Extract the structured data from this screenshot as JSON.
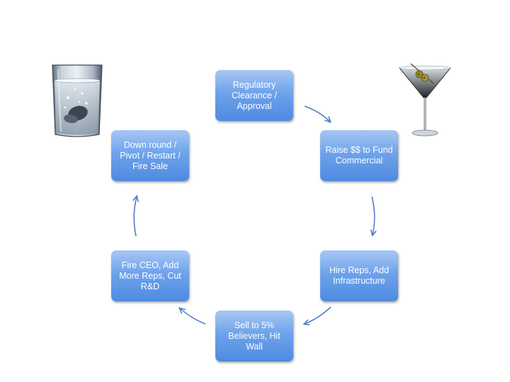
{
  "diagram": {
    "nodes": [
      {
        "id": "regulatory",
        "label": "Regulatory\nClearance /\nApproval"
      },
      {
        "id": "raise",
        "label": "Raise $$ to Fund\nCommercial"
      },
      {
        "id": "hire",
        "label": "Hire Reps, Add\nInfrastructure"
      },
      {
        "id": "sell",
        "label": "Sell to 5%\nBelievers, Hit\nWall"
      },
      {
        "id": "fire",
        "label": "Fire CEO, Add\nMore Reps, Cut\nR&D"
      },
      {
        "id": "down",
        "label": "Down round /\nPivot / Restart /\nFire Sale"
      }
    ],
    "edges": [
      {
        "from": "regulatory",
        "to": "raise"
      },
      {
        "from": "raise",
        "to": "hire"
      },
      {
        "from": "hire",
        "to": "sell"
      },
      {
        "from": "sell",
        "to": "fire"
      },
      {
        "from": "fire",
        "to": "down"
      }
    ]
  },
  "images": {
    "left": "glass-with-dissolving-tablet",
    "right": "martini-glass-with-olives"
  },
  "colors": {
    "node_top": "#a7c7f4",
    "node_bottom": "#4f8ae0",
    "arrow": "#4f7fc9"
  }
}
